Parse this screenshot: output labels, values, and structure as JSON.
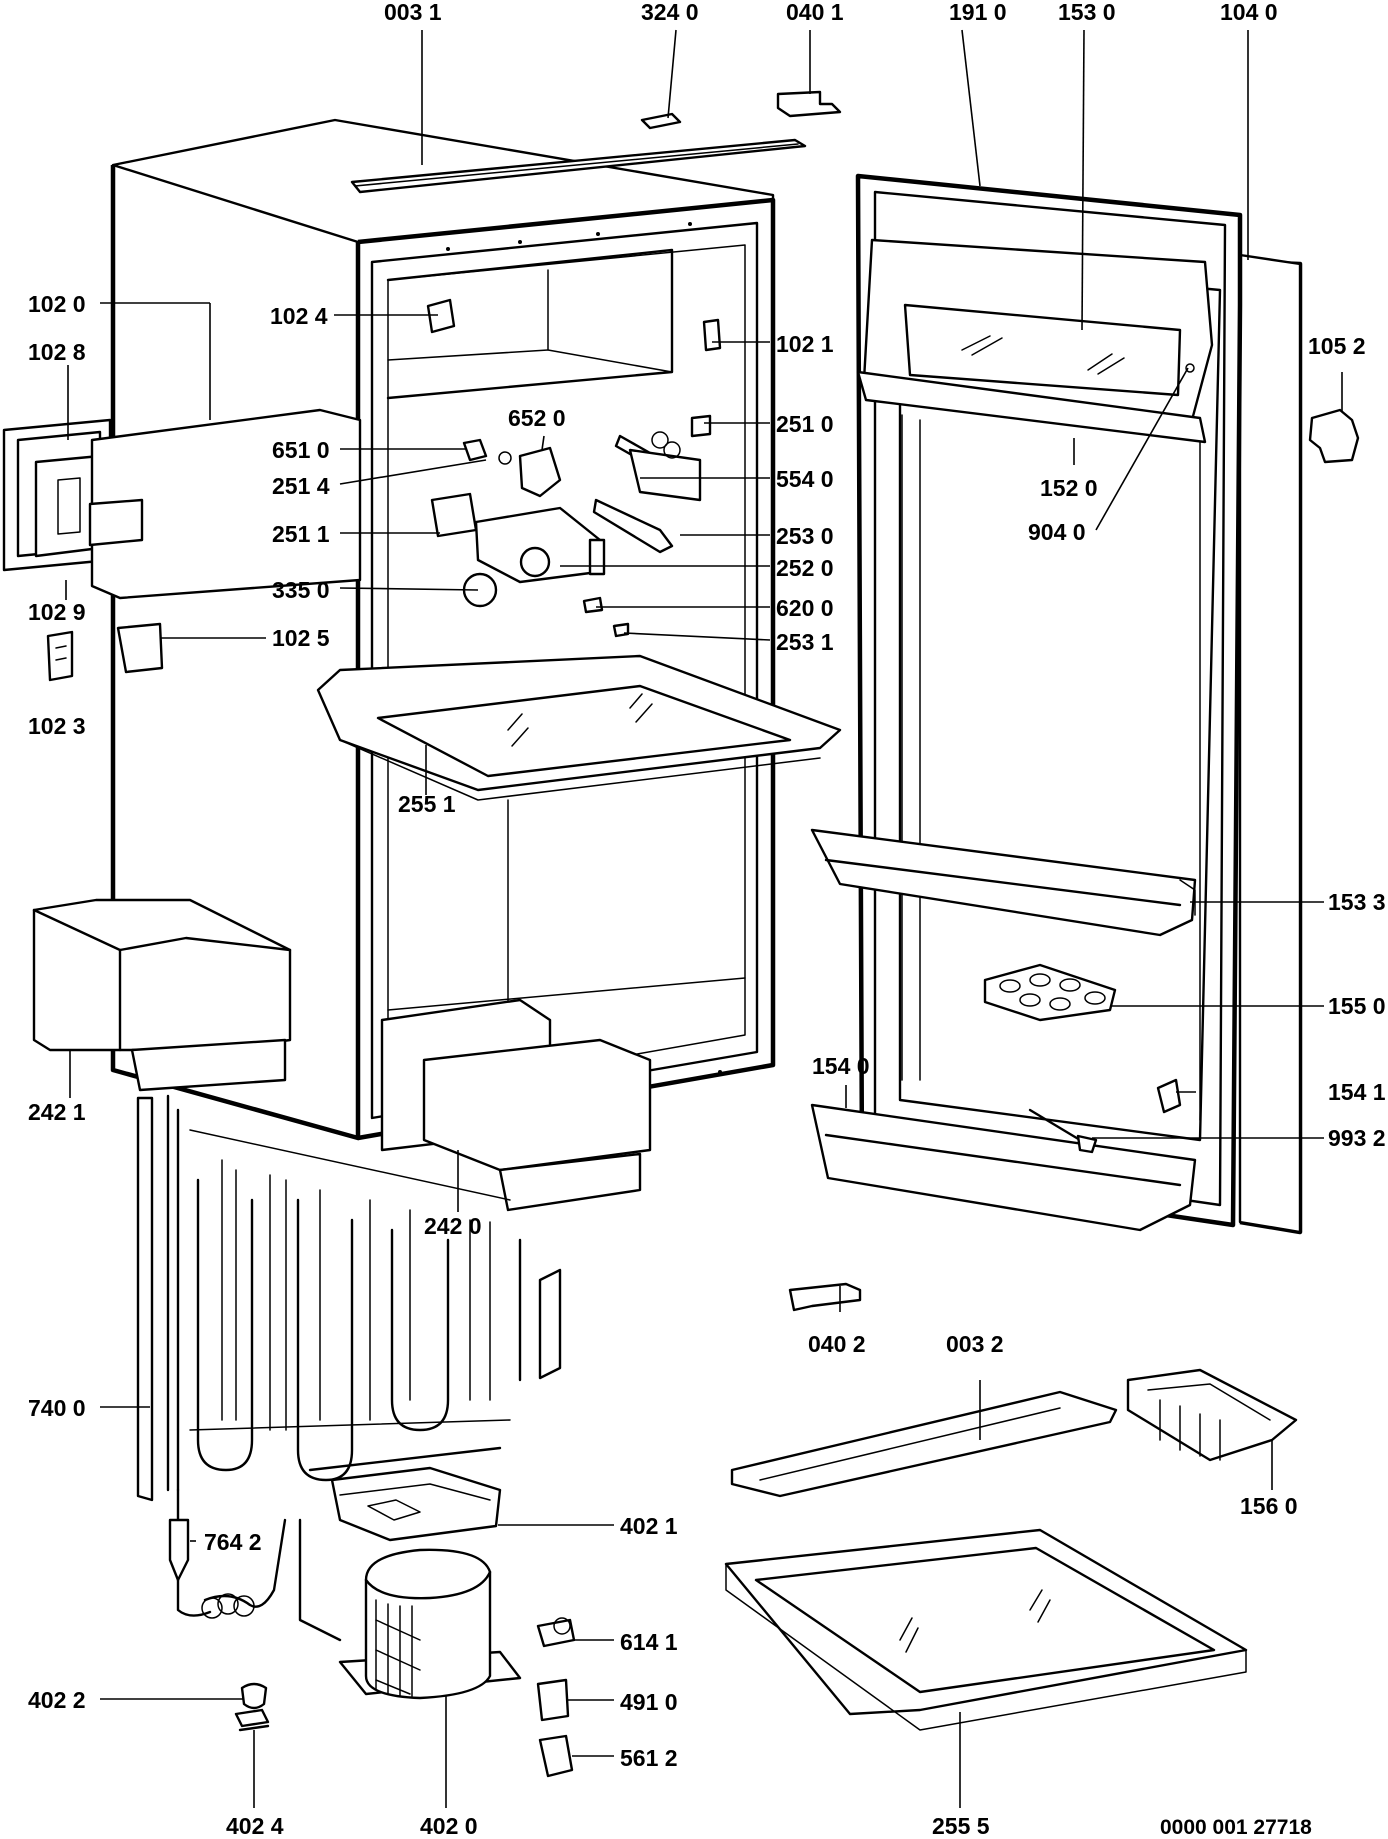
{
  "figure": {
    "reference_number": "0000 001 27718",
    "callouts": [
      {
        "id": "c-0031",
        "label": "003 1"
      },
      {
        "id": "c-3240",
        "label": "324 0"
      },
      {
        "id": "c-0401",
        "label": "040 1"
      },
      {
        "id": "c-1910",
        "label": "191 0"
      },
      {
        "id": "c-1530",
        "label": "153 0"
      },
      {
        "id": "c-1040",
        "label": "104 0"
      },
      {
        "id": "c-1020",
        "label": "102 0"
      },
      {
        "id": "c-1028",
        "label": "102 8"
      },
      {
        "id": "c-1024",
        "label": "102 4"
      },
      {
        "id": "c-1021",
        "label": "102 1"
      },
      {
        "id": "c-1052",
        "label": "105 2"
      },
      {
        "id": "c-6520",
        "label": "652 0"
      },
      {
        "id": "c-6510",
        "label": "651 0"
      },
      {
        "id": "c-2510",
        "label": "251 0"
      },
      {
        "id": "c-2514",
        "label": "251 4"
      },
      {
        "id": "c-5540",
        "label": "554 0"
      },
      {
        "id": "c-1520",
        "label": "152 0"
      },
      {
        "id": "c-2511",
        "label": "251 1"
      },
      {
        "id": "c-2530",
        "label": "253 0"
      },
      {
        "id": "c-9040",
        "label": "904 0"
      },
      {
        "id": "c-2520",
        "label": "252 0"
      },
      {
        "id": "c-3350",
        "label": "335 0"
      },
      {
        "id": "c-1029",
        "label": "102 9"
      },
      {
        "id": "c-6200",
        "label": "620 0"
      },
      {
        "id": "c-1025",
        "label": "102 5"
      },
      {
        "id": "c-2531",
        "label": "253 1"
      },
      {
        "id": "c-1023",
        "label": "102 3"
      },
      {
        "id": "c-2551",
        "label": "255 1"
      },
      {
        "id": "c-1533",
        "label": "153 3"
      },
      {
        "id": "c-1550",
        "label": "155 0"
      },
      {
        "id": "c-2421",
        "label": "242 1"
      },
      {
        "id": "c-1540",
        "label": "154 0"
      },
      {
        "id": "c-1541",
        "label": "154 1"
      },
      {
        "id": "c-9932",
        "label": "993 2"
      },
      {
        "id": "c-2420",
        "label": "242 0"
      },
      {
        "id": "c-0402",
        "label": "040 2"
      },
      {
        "id": "c-0032",
        "label": "003 2"
      },
      {
        "id": "c-7400",
        "label": "740 0"
      },
      {
        "id": "c-1560",
        "label": "156 0"
      },
      {
        "id": "c-4021",
        "label": "402 1"
      },
      {
        "id": "c-7642",
        "label": "764 2"
      },
      {
        "id": "c-6141",
        "label": "614 1"
      },
      {
        "id": "c-4022",
        "label": "402 2"
      },
      {
        "id": "c-4910",
        "label": "491 0"
      },
      {
        "id": "c-5612",
        "label": "561 2"
      },
      {
        "id": "c-4024",
        "label": "402 4"
      },
      {
        "id": "c-4020",
        "label": "402 0"
      },
      {
        "id": "c-2555",
        "label": "255 5"
      }
    ]
  }
}
